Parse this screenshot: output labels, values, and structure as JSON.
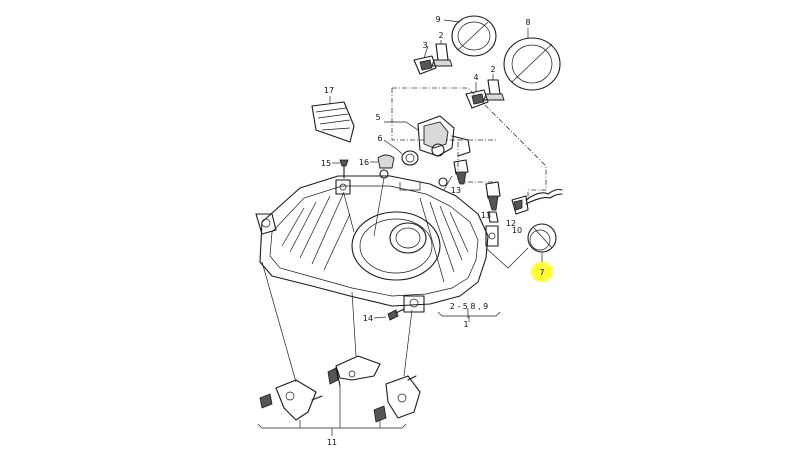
{
  "callouts": {
    "c1": "1",
    "c2a": "2",
    "c2b": "2",
    "c3": "3",
    "c4": "4",
    "c5": "5",
    "c6": "6",
    "c7": "7",
    "c8": "8",
    "c9": "9",
    "c10": "10",
    "c11": "11",
    "c12": "12",
    "c13a": "13",
    "c13b": "13",
    "c14": "14",
    "c15": "15",
    "c16": "16",
    "c17": "17"
  },
  "group_label": "2 - 5  8 , 9",
  "highlight": {
    "callout": "7",
    "color": "#ffff33"
  }
}
